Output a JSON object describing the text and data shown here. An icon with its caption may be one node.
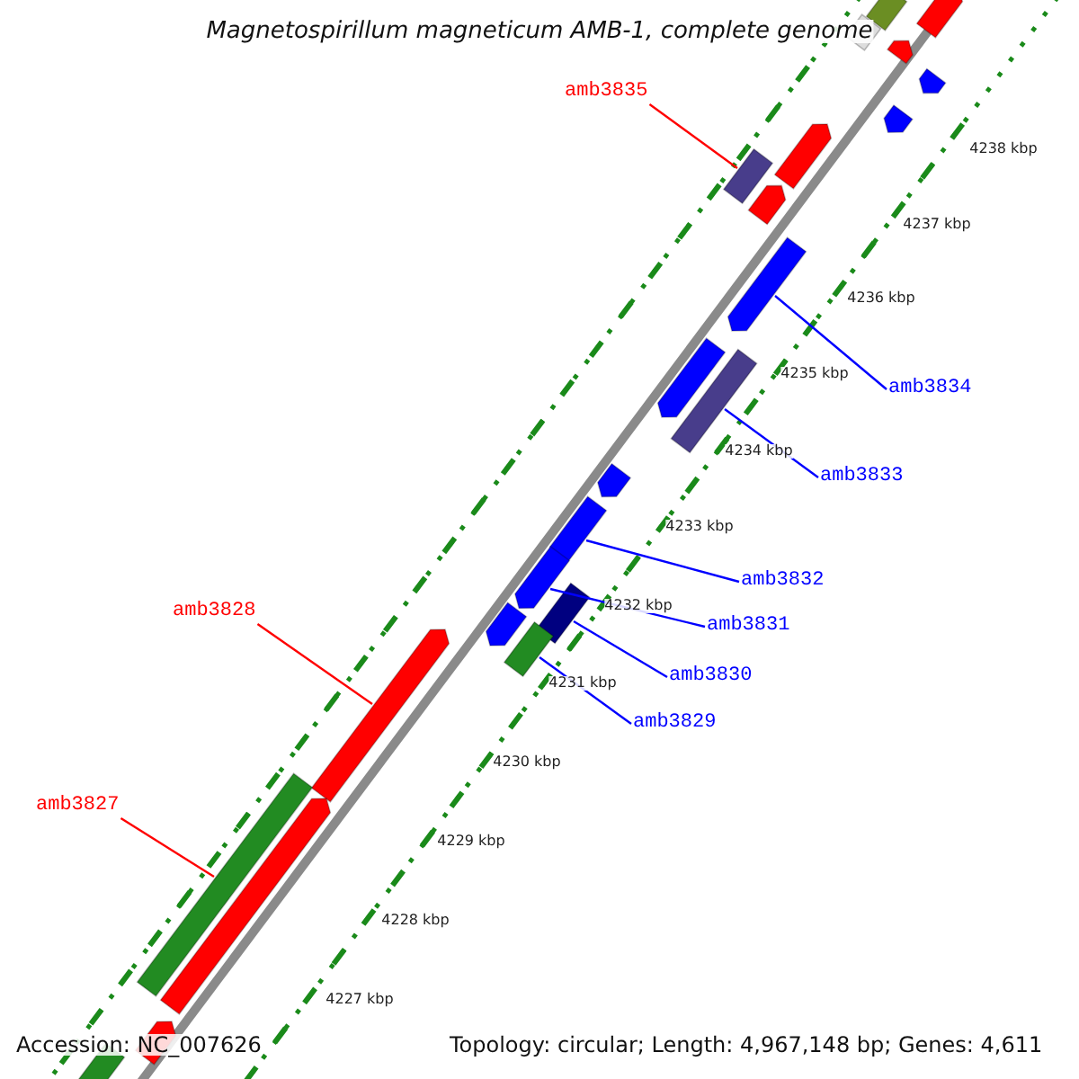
{
  "diagram": {
    "title": "Magnetospirillum magneticum AMB-1, complete genome",
    "nodes": [
      {
        "text": [
          "amb3835"
        ]
      },
      {
        "text": [],
        "shape": "bar"
      },
      {
        "text": [
          "amb3834"
        ]
      },
      {
        "text": [],
        "shape": "arrow"
      },
      {
        "text": [
          "amb3833"
        ]
      },
      {
        "text": [],
        "shape": "bar"
      },
      {
        "text": [
          "amb3832"
        ]
      },
      {
        "text": [],
        "shape": "arrow"
      },
      {
        "text": [
          "amb3828"
        ]
      },
      {
        "text": [],
        "shape": "arrow"
      },
      {
        "text": [
          "amb3831"
        ]
      },
      {
        "text": [],
        "shape": "arrow"
      },
      {
        "text": [
          "amb3830"
        ]
      },
      {
        "text": [],
        "shape": "bar"
      },
      {
        "text": [
          "amb3829"
        ]
      },
      {
        "text": [],
        "shape": "bar"
      },
      {
        "text": [
          "amb3827"
        ]
      },
      {
        "text": [],
        "shape": "bar"
      },
      {
        "text": [],
        "shape": "bar"
      },
      {
        "text": [],
        "shape": "arrow"
      },
      {
        "text": [],
        "shape": "bar"
      },
      {
        "text": [],
        "shape": "arrow"
      },
      {
        "text": [],
        "shape": "arrow"
      },
      {
        "text": [],
        "shape": "arrow"
      },
      {
        "text": [],
        "shape": "arrow"
      },
      {
        "text": [],
        "shape": "arrow"
      },
      {
        "text": [],
        "shape": "arrow"
      },
      {
        "text": [],
        "shape": "arrow"
      },
      {
        "text": [],
        "shape": "arrow"
      },
      {
        "text": [],
        "shape": "arrow"
      },
      {
        "text": [],
        "shape": "arrow"
      },
      {
        "text": [],
        "shape": "bar"
      }
    ],
    "edges": [
      {
        "from": 0,
        "to": 1,
        "arrow": "none",
        "color": "#ff0000"
      },
      {
        "from": 2,
        "to": 3,
        "arrow": "none"
      },
      {
        "from": 4,
        "to": 5,
        "arrow": "none"
      },
      {
        "from": 6,
        "to": 7,
        "arrow": "none"
      },
      {
        "from": 8,
        "to": 9,
        "arrow": "none",
        "color": "#ff0000"
      },
      {
        "from": 10,
        "to": 11,
        "arrow": "none"
      },
      {
        "from": 12,
        "to": 13,
        "arrow": "none"
      },
      {
        "from": 14,
        "to": 15,
        "arrow": "none"
      },
      {
        "from": 16,
        "to": 17,
        "arrow": "none",
        "color": "#ff0000"
      }
    ],
    "labels": [
      "4238 kbp",
      "4237 kbp",
      "4236 kbp",
      "4235 kbp",
      "4234 kbp",
      "4233 kbp",
      "4232 kbp",
      "4231 kbp",
      "4230 kbp",
      "4229 kbp",
      "4228 kbp",
      "4227 kbp",
      "Accession: NC_007626",
      "Topology: circular; Length: 4,967,148 bp; Genes: 4,611"
    ]
  }
}
